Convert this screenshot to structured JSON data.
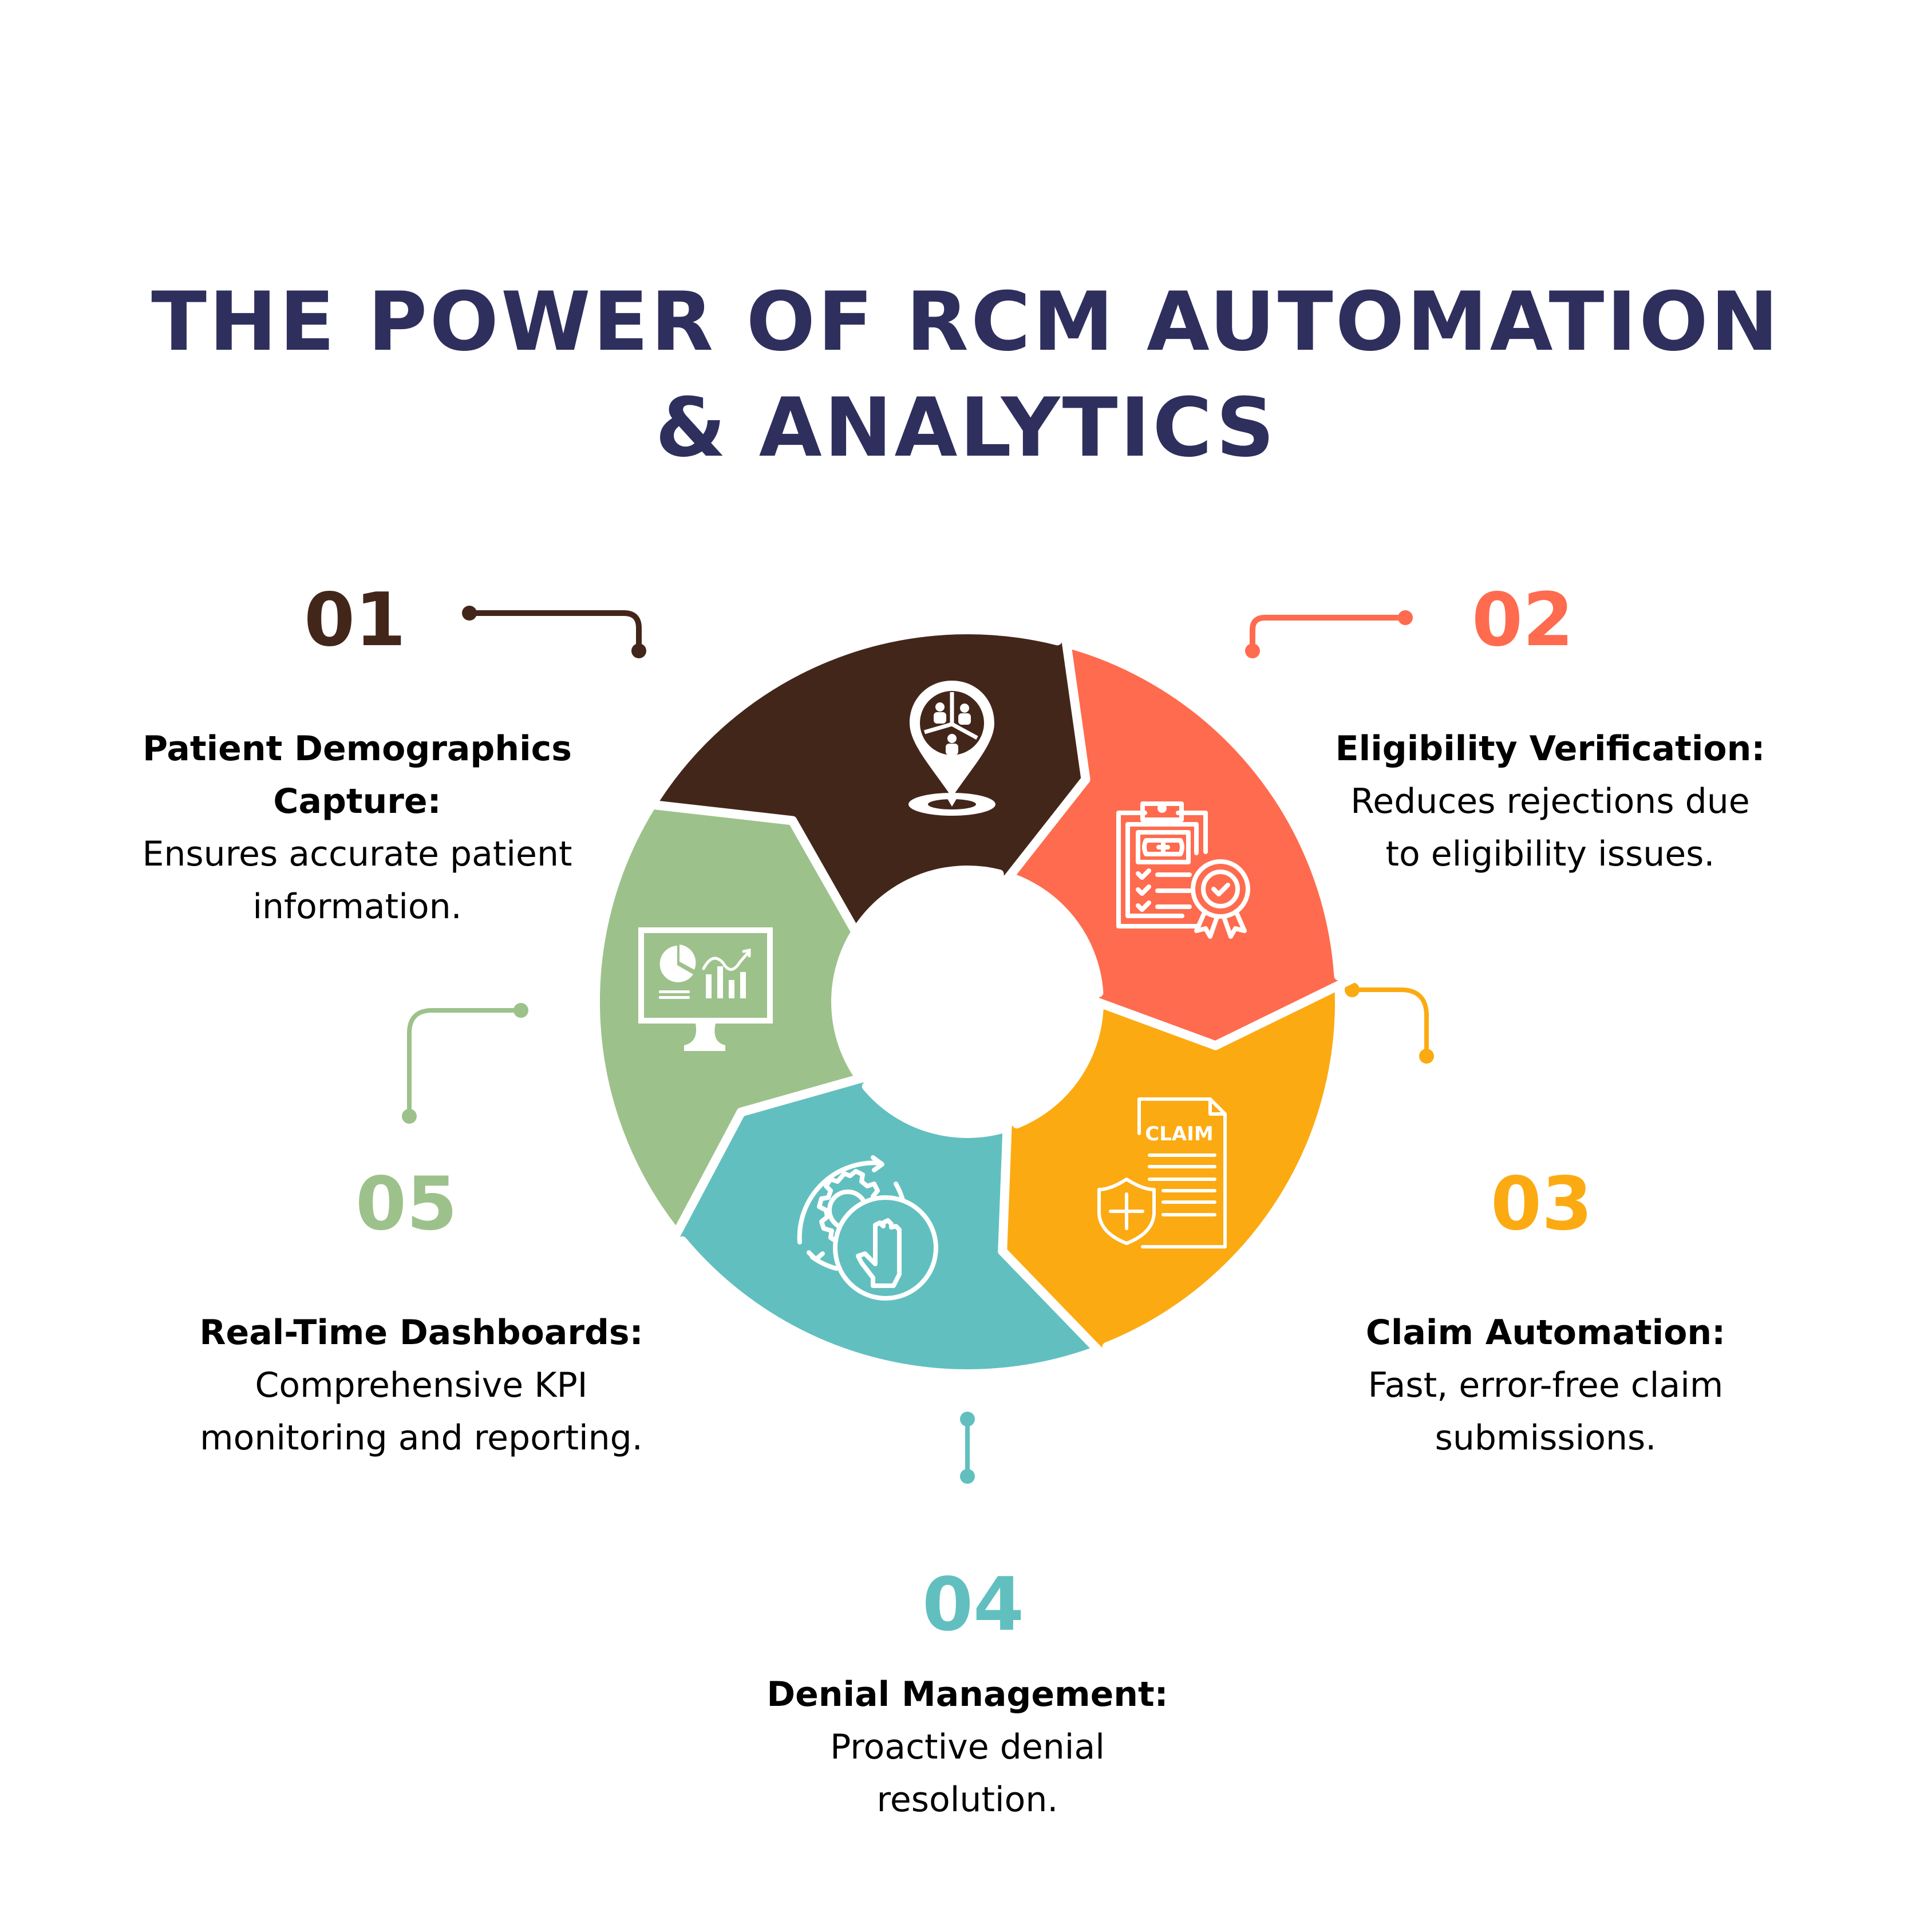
{
  "title": {
    "line1": "THE POWER OF RCM AUTOMATION",
    "line2": "& ANALYTICS",
    "color": "#2f2f5e"
  },
  "steps": [
    {
      "number": "01",
      "heading_line1": "Patient Demographics",
      "heading_line2": "Capture:",
      "body_line1": "Ensures accurate patient",
      "body_line2": "information.",
      "color": "#43261a",
      "icon": "location-pin-people-icon"
    },
    {
      "number": "02",
      "heading_line1": "Eligibility Verification:",
      "body_line1": "Reduces rejections due",
      "body_line2": "to eligibility issues.",
      "color": "#ff6b4e",
      "icon": "clipboard-badge-check-icon"
    },
    {
      "number": "03",
      "heading_line1": "Claim Automation:",
      "body_line1": "Fast, error-free claim",
      "body_line2": "submissions.",
      "color": "#fcaa12",
      "icon": "claim-document-shield-icon",
      "icon_text": "CLAIM"
    },
    {
      "number": "04",
      "heading_line1": "Denial Management:",
      "body_line1": "Proactive denial",
      "body_line2": "resolution.",
      "color": "#62bfbf",
      "icon": "gear-hand-stop-icon"
    },
    {
      "number": "05",
      "heading_line1": "Real-Time Dashboards:",
      "body_line1": "Comprehensive KPI",
      "body_line2": "monitoring and reporting.",
      "color": "#9dc18b",
      "icon": "monitor-dashboard-icon"
    }
  ]
}
